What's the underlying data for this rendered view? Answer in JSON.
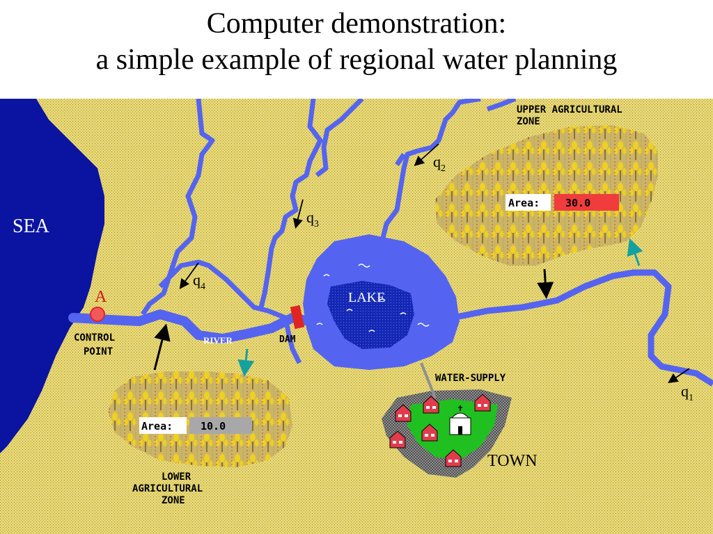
{
  "title": {
    "line1": "Computer demonstration:",
    "line2": "a simple example of regional water planning"
  },
  "map": {
    "sea_label": "SEA",
    "lake_label": "LAKE",
    "river_label": "RIVER",
    "dam_label": "DAM",
    "control_point": {
      "marker": "A",
      "line1": "CONTROL",
      "line2": "POINT"
    },
    "town_label": "TOWN",
    "water_supply_label": "WATER-SUPPLY",
    "upper_zone": {
      "line1": "UPPER AGRICULTURAL",
      "line2": "ZONE",
      "area_label": "Area:",
      "area_value": "30.0"
    },
    "lower_zone": {
      "line1": "LOWER",
      "line2": "AGRICULTURAL",
      "line3": "ZONE",
      "area_label": "Area:",
      "area_value": "10.0"
    },
    "inflows": [
      {
        "symbol": "q",
        "sub": "1"
      },
      {
        "symbol": "q",
        "sub": "2"
      },
      {
        "symbol": "q",
        "sub": "3"
      },
      {
        "symbol": "q",
        "sub": "4"
      }
    ],
    "colors": {
      "land": "#e8d874",
      "sea": "#0a14a0",
      "water": "#5464f0",
      "lake_deep": "#1428b4",
      "field": "#c8a83a",
      "town_green": "#20c020",
      "house": "#e03c4c",
      "dam": "#e02424",
      "upper_value_bg": "#f03c3c",
      "lower_value_bg": "#a8a8a8",
      "arrow_teal": "#16a0a0"
    }
  }
}
